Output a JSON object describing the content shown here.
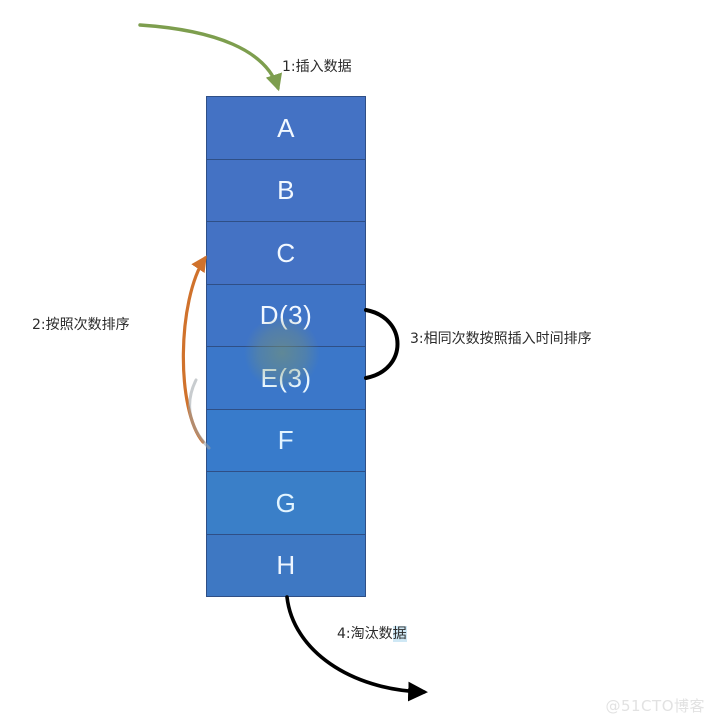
{
  "diagram": {
    "title_watermark": "@51CTO博客",
    "stack": {
      "name": "lru-cache-stack",
      "cells": [
        {
          "label": "A"
        },
        {
          "label": "B"
        },
        {
          "label": "C"
        },
        {
          "label": "D(3)"
        },
        {
          "label": "E(3)"
        },
        {
          "label": "F"
        },
        {
          "label": "G"
        },
        {
          "label": "H"
        }
      ]
    },
    "callouts": {
      "insert": "1:插入数据",
      "order_by_count": "2:按照次数排序",
      "same_count_order": "3:相同次数按照插入时间排序",
      "evict_prefix": "4:淘汰数",
      "evict_highlight": "据"
    },
    "colors": {
      "cell_fill": "#4472C4",
      "cell_border": "#2F4F86",
      "cell_text": "#F2F8FF",
      "arrow_insert": "#7d9e4e",
      "arrow_reorder": "#d0722c",
      "arrow_black": "#000000",
      "highlight": "#CFE8F5",
      "watermark": "#E2E2E2"
    },
    "arrows": {
      "insert_arrow": "green curved arrow entering top of stack",
      "reorder_arrow": "orange curved arrow pointing up along left side",
      "same_count_arc": "black semicircular arc on right side",
      "evict_arrow": "black curved arrow leaving bottom of stack"
    }
  }
}
